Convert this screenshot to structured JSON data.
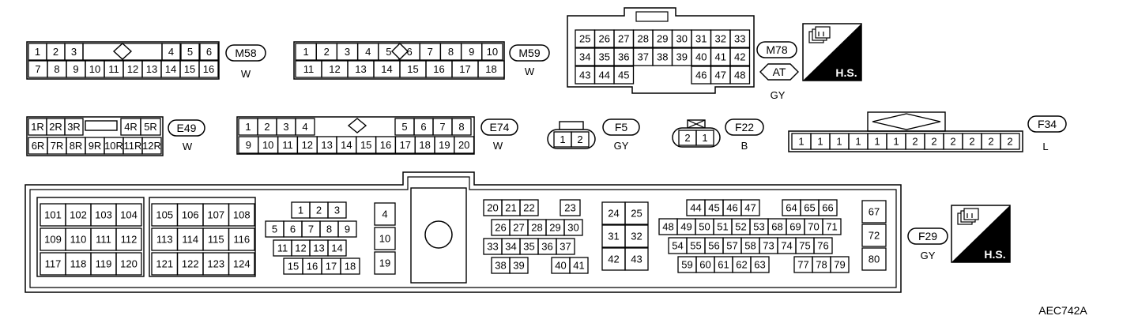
{
  "connectors": {
    "M58": {
      "code": "M58",
      "color": "W",
      "rows": [
        [
          "1",
          "2",
          "3",
          "",
          "4",
          "5",
          "6"
        ],
        [
          "7",
          "8",
          "9",
          "10",
          "11",
          "12",
          "13",
          "14",
          "15",
          "16"
        ]
      ]
    },
    "M59": {
      "code": "M59",
      "color": "W",
      "rows": [
        [
          "1",
          "2",
          "3",
          "4",
          "5",
          "6",
          "7",
          "8",
          "9",
          "10"
        ],
        [
          "11",
          "12",
          "13",
          "14",
          "15",
          "16",
          "17",
          "18"
        ]
      ]
    },
    "M78": {
      "code": "M78",
      "tag": "AT",
      "color": "GY",
      "rows": [
        [
          "25",
          "26",
          "27",
          "28",
          "29",
          "30",
          "31",
          "32",
          "33"
        ],
        [
          "34",
          "35",
          "36",
          "37",
          "38",
          "39",
          "40",
          "41",
          "42"
        ],
        [
          "43",
          "44",
          "45",
          "46",
          "47",
          "48"
        ]
      ]
    },
    "E49": {
      "code": "E49",
      "color": "W",
      "rows": [
        [
          "1R",
          "2R",
          "3R",
          "4R",
          "5R"
        ],
        [
          "6R",
          "7R",
          "8R",
          "9R",
          "10R",
          "11R",
          "12R"
        ]
      ]
    },
    "E74": {
      "code": "E74",
      "color": "W",
      "rows": [
        [
          "1",
          "2",
          "3",
          "4",
          "5",
          "6",
          "7",
          "8"
        ],
        [
          "9",
          "10",
          "11",
          "12",
          "13",
          "14",
          "15",
          "16",
          "17",
          "18",
          "19",
          "20"
        ]
      ]
    },
    "F5": {
      "code": "F5",
      "color": "GY",
      "pins": [
        "1",
        "2"
      ]
    },
    "F22": {
      "code": "F22",
      "color": "B",
      "pins": [
        "2",
        "1"
      ]
    },
    "F34": {
      "code": "F34",
      "color": "L",
      "pins": [
        "1",
        "1",
        "1",
        "1",
        "1",
        "1",
        "2",
        "2",
        "2",
        "2",
        "2",
        "2"
      ]
    },
    "F29": {
      "code": "F29",
      "color": "GY",
      "blockA": [
        [
          "101",
          "102",
          "103",
          "104"
        ],
        [
          "109",
          "110",
          "111",
          "112"
        ],
        [
          "117",
          "118",
          "119",
          "120"
        ]
      ],
      "blockB": [
        [
          "105",
          "106",
          "107",
          "108"
        ],
        [
          "113",
          "114",
          "115",
          "116"
        ],
        [
          "121",
          "122",
          "123",
          "124"
        ]
      ],
      "blockC": [
        [
          "1",
          "2",
          "3"
        ],
        [
          "5",
          "6",
          "7",
          "8",
          "9"
        ],
        [
          "11",
          "12",
          "13",
          "14"
        ],
        [
          "15",
          "16",
          "17",
          "18"
        ]
      ],
      "blockD": [
        "4",
        "10",
        "19"
      ],
      "blockE": [
        [
          "20",
          "21",
          "22",
          "23"
        ],
        [
          "26",
          "27",
          "28",
          "29",
          "30"
        ],
        [
          "33",
          "34",
          "35",
          "36",
          "37"
        ],
        [
          "38",
          "39",
          "40",
          "41"
        ]
      ],
      "blockF": [
        [
          "24",
          "25"
        ],
        [
          "31",
          "32"
        ],
        [
          "42",
          "43"
        ]
      ],
      "blockG": [
        [
          "44",
          "45",
          "46",
          "47",
          "64",
          "65",
          "66"
        ],
        [
          "48",
          "49",
          "50",
          "51",
          "52",
          "53",
          "68",
          "69",
          "70",
          "71"
        ],
        [
          "54",
          "55",
          "56",
          "57",
          "58",
          "73",
          "74",
          "75",
          "76"
        ],
        [
          "59",
          "60",
          "61",
          "62",
          "63",
          "77",
          "78",
          "79"
        ]
      ],
      "blockH": [
        "67",
        "72",
        "80"
      ]
    }
  },
  "hs_badge": {
    "text": "H.S."
  },
  "figure_code": "AEC742A",
  "icons": {
    "connector_symbol": "connector-icon"
  }
}
